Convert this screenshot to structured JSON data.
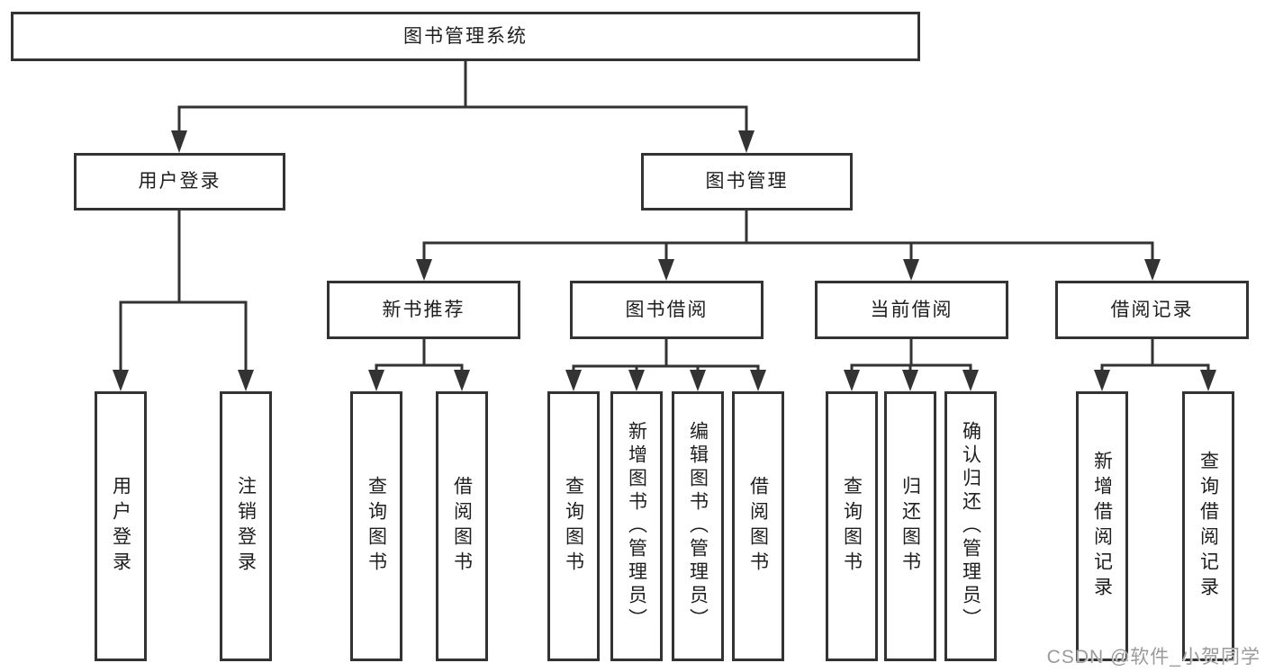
{
  "diagram_type": "functional-hierarchy",
  "tree": {
    "label": "图书管理系统",
    "children": [
      {
        "label": "用户登录",
        "children": [
          {
            "label": "用户登录"
          },
          {
            "label": "注销登录"
          }
        ]
      },
      {
        "label": "图书管理",
        "children": [
          {
            "label": "新书推荐",
            "children": [
              {
                "label": "查询图书"
              },
              {
                "label": "借阅图书"
              }
            ]
          },
          {
            "label": "图书借阅",
            "children": [
              {
                "label": "查询图书"
              },
              {
                "label": "新增图书（管理员）"
              },
              {
                "label": "编辑图书（管理员）"
              },
              {
                "label": "借阅图书"
              }
            ]
          },
          {
            "label": "当前借阅",
            "children": [
              {
                "label": "查询图书"
              },
              {
                "label": "归还图书"
              },
              {
                "label": "确认归还（管理员）"
              }
            ]
          },
          {
            "label": "借阅记录",
            "children": [
              {
                "label": "新增借阅记录"
              },
              {
                "label": "查询借阅记录"
              }
            ]
          }
        ]
      }
    ]
  },
  "watermark": "CSDN @软件_小贺同学",
  "colors": {
    "line": "#333333",
    "text": "#1e1e1e",
    "box_bg": "#ffffff",
    "background": "#ffffff",
    "watermark": "#9a9a9a"
  }
}
